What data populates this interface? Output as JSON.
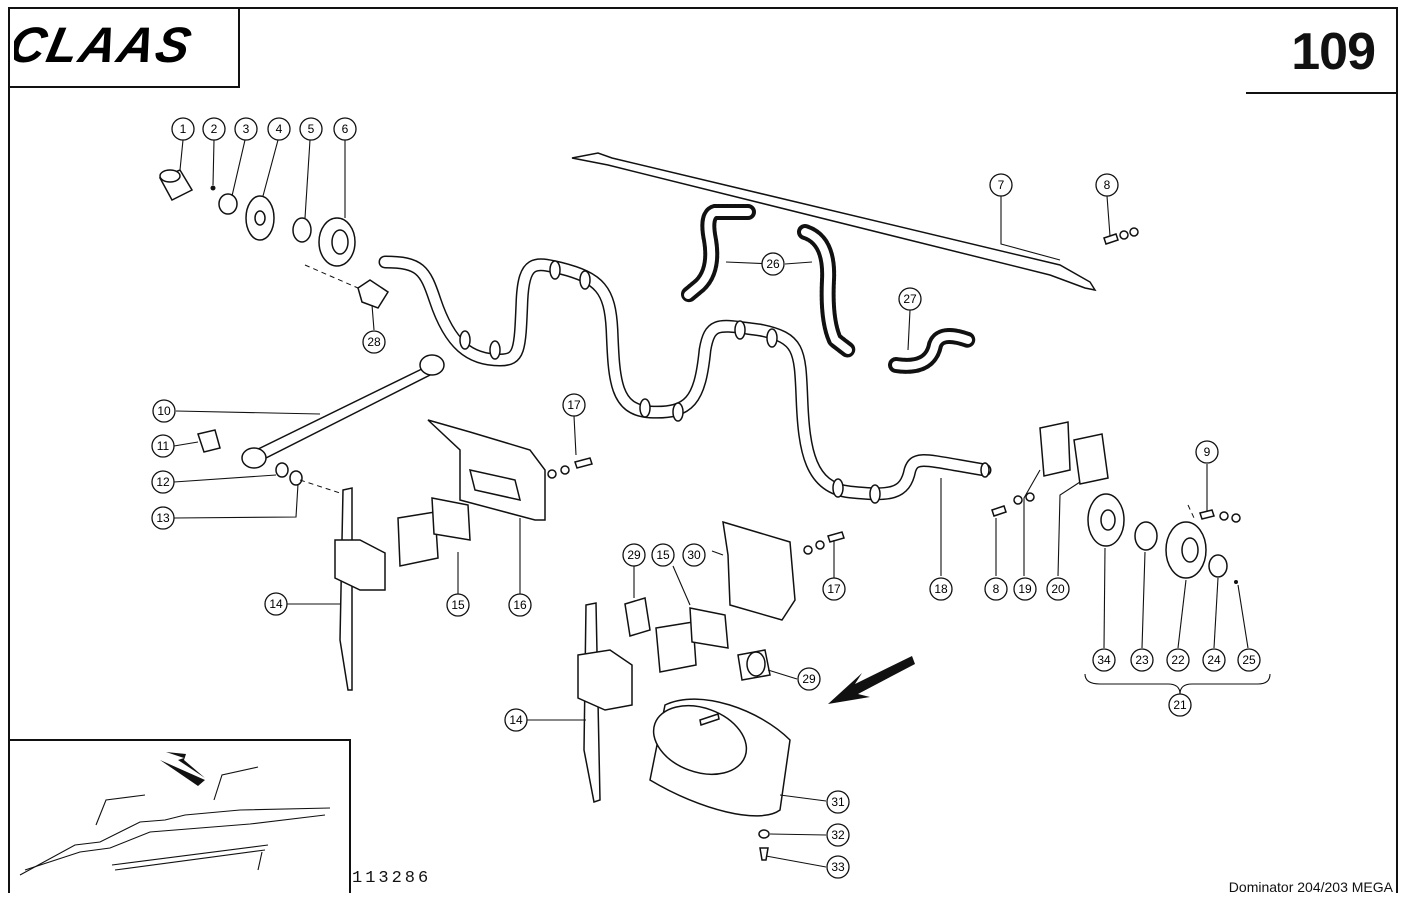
{
  "header": {
    "logo_text": "CLAAS",
    "page_number": "109"
  },
  "footer": {
    "drawing_number": "113286",
    "model": "Dominator 204/203 MEGA"
  },
  "callouts": {
    "c1": "1",
    "c2": "2",
    "c3": "3",
    "c4": "4",
    "c5": "5",
    "c6": "6",
    "c7": "7",
    "c8a": "8",
    "c8b": "8",
    "c9": "9",
    "c10": "10",
    "c11": "11",
    "c12": "12",
    "c13": "13",
    "c14a": "14",
    "c14b": "14",
    "c15a": "15",
    "c15b": "15",
    "c16": "16",
    "c17a": "17",
    "c17b": "17",
    "c18": "18",
    "c19": "19",
    "c20": "20",
    "c21": "21",
    "c22": "22",
    "c23": "23",
    "c24": "24",
    "c25": "25",
    "c26": "26",
    "c27": "27",
    "c28": "28",
    "c29a": "29",
    "c29b": "29",
    "c30": "30",
    "c31": "31",
    "c32": "32",
    "c33": "33",
    "c34": "34"
  }
}
